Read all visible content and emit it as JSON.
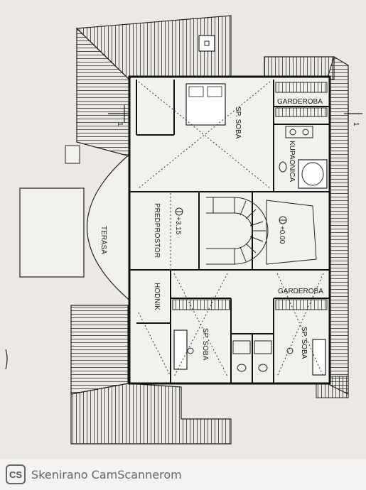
{
  "plan": {
    "rooms": {
      "sp_soba_top": "SP. SOBA",
      "garderoba_top": "GARDEROBA",
      "kupaonica": "KUPAONICA",
      "terasa": "TERASA",
      "predprostor": "PREDPROSTOR",
      "level_predprostor": "+3.15",
      "level_stair": "+0.00",
      "hodnik": "HODNIK",
      "garderoba_mid": "GARDEROBA",
      "sp_soba_left": "SP. SOBA",
      "sp_soba_right": "SP. SOBA"
    },
    "section_marks": {
      "left": "1",
      "right": "1"
    }
  },
  "footer": {
    "logo": "CS",
    "text": "Skenirano CamScannerom"
  }
}
